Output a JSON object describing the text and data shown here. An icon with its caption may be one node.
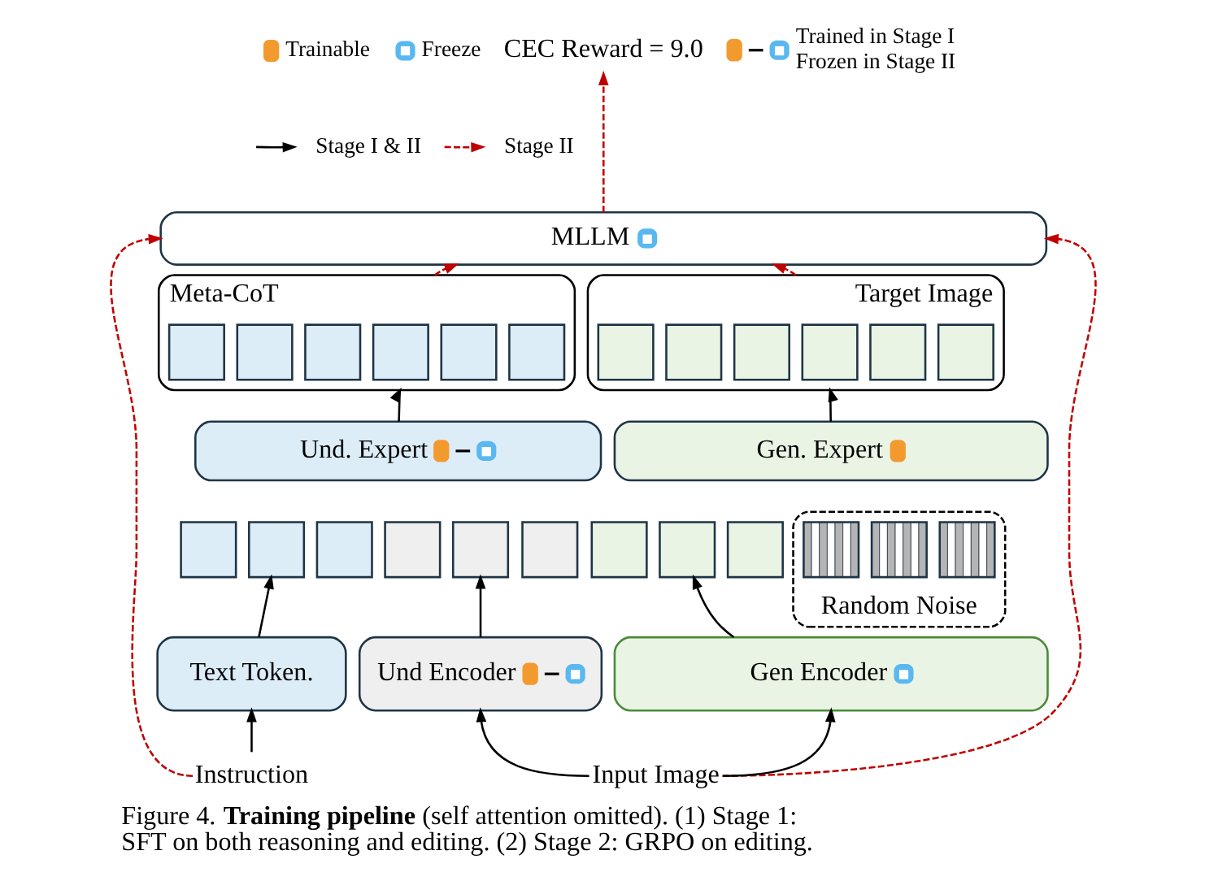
{
  "diagram": {
    "caption": "Figure 4. **Training pipeline** (self attention omitted). (1) Stage 1: SFT on both reasoning and editing. (2) Stage 2: GRPO on editing.",
    "nodes": [
      {
        "text": [
          "CEC Reward = 9.0"
        ]
      },
      {
        "text": [
          "MLLM"
        ]
      },
      {
        "text": [
          "Meta-CoT"
        ]
      },
      {
        "text": [],
        "shape": "box",
        "in": 2
      },
      {
        "text": [],
        "shape": "box",
        "in": 2
      },
      {
        "text": [],
        "shape": "box",
        "in": 2
      },
      {
        "text": [],
        "shape": "box",
        "in": 2
      },
      {
        "text": [],
        "shape": "box",
        "in": 2
      },
      {
        "text": [],
        "shape": "box",
        "in": 2
      },
      {
        "text": [
          "Target Image"
        ]
      },
      {
        "text": [],
        "shape": "box",
        "in": 9
      },
      {
        "text": [],
        "shape": "box",
        "in": 9
      },
      {
        "text": [],
        "shape": "box",
        "in": 9
      },
      {
        "text": [],
        "shape": "box",
        "in": 9
      },
      {
        "text": [],
        "shape": "box",
        "in": 9
      },
      {
        "text": [],
        "shape": "box",
        "in": 9
      },
      {
        "text": [
          "Und. Expert"
        ]
      },
      {
        "text": [
          "Gen. Expert"
        ]
      },
      {
        "text": [],
        "shape": "box"
      },
      {
        "text": [],
        "shape": "box"
      },
      {
        "text": [],
        "shape": "box"
      },
      {
        "text": [],
        "shape": "box"
      },
      {
        "text": [],
        "shape": "box"
      },
      {
        "text": [],
        "shape": "box"
      },
      {
        "text": [],
        "shape": "box"
      },
      {
        "text": [],
        "shape": "box"
      },
      {
        "text": [],
        "shape": "box"
      },
      {
        "text": [
          "Random Noise"
        ]
      },
      {
        "text": [],
        "shape": "box",
        "in": 27
      },
      {
        "text": [],
        "shape": "box",
        "in": 27
      },
      {
        "text": [],
        "shape": "box",
        "in": 27
      },
      {
        "text": [
          "Text Token."
        ]
      },
      {
        "text": [
          "Und Encoder"
        ]
      },
      {
        "text": [
          "Gen Encoder"
        ]
      },
      {
        "text": [
          "Instruction"
        ]
      },
      {
        "text": [
          "Input Image"
        ]
      }
    ],
    "edges": [
      {
        "from": 1,
        "to": 0,
        "arrow": "to",
        "style": "dashed",
        "color": "#c00000"
      },
      {
        "from": 2,
        "to": 1,
        "arrow": "to",
        "style": "dashed",
        "color": "#c00000"
      },
      {
        "from": 9,
        "to": 1,
        "arrow": "to",
        "style": "dashed",
        "color": "#c00000"
      },
      {
        "from": 16,
        "to": 2,
        "arrow": "to"
      },
      {
        "from": 17,
        "to": 9,
        "arrow": "to"
      },
      {
        "from": 31,
        "to": 19,
        "arrow": "to"
      },
      {
        "from": 32,
        "to": 22,
        "arrow": "to"
      },
      {
        "from": 33,
        "to": 25,
        "arrow": "to"
      },
      {
        "from": 34,
        "to": 31,
        "arrow": "to"
      },
      {
        "from": 35,
        "to": 32,
        "arrow": "to"
      },
      {
        "from": 35,
        "to": 33,
        "arrow": "to"
      },
      {
        "from": 34,
        "to": 1,
        "arrow": "to",
        "style": "dashed",
        "color": "#c00000"
      },
      {
        "from": 35,
        "to": 1,
        "arrow": "to",
        "style": "dashed",
        "color": "#c00000"
      }
    ],
    "legend": [
      {
        "text": "Trainable"
      },
      {
        "text": "Freeze"
      },
      {
        "text": "Stage I & II"
      },
      {
        "text": "Stage II"
      },
      {
        "text": "Trained in Stage I Frozen in Stage II"
      }
    ]
  }
}
